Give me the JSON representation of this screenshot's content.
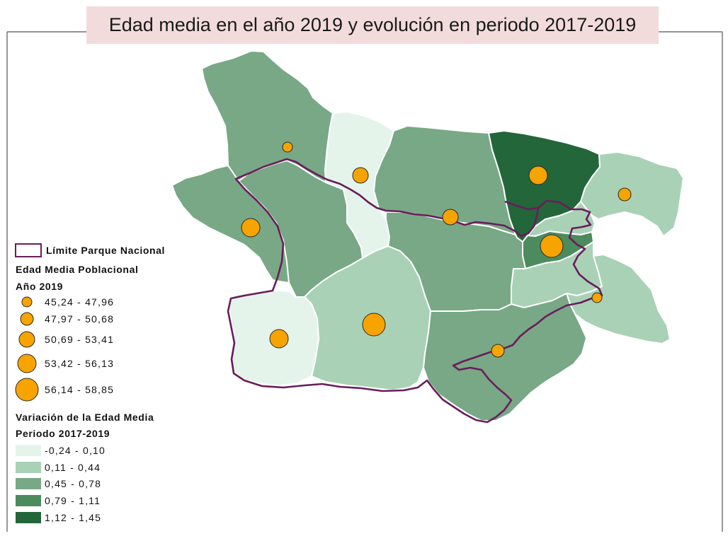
{
  "title": "Edad media en el año 2019 y evolución en periodo 2017-2019",
  "colors": {
    "title_background": "#f2dcdb",
    "park_boundary": "#6b1c5c",
    "symbol_fill": "#f7a300",
    "symbol_stroke": "#2a2a2a",
    "region_border": "#ffffff"
  },
  "legend": {
    "park_boundary_label": "Límite Parque Nacional",
    "age": {
      "title": "Edad Media Poblacional",
      "subtitle": "Año 2019",
      "classes": [
        "45,24 - 47,96",
        "47,97 - 50,68",
        "50,69 - 53,41",
        "53,42 - 56,13",
        "56,14 - 58,85"
      ]
    },
    "variation": {
      "title": "Variación de la Edad Media",
      "subtitle": "Periodo 2017-2019",
      "classes": [
        {
          "label": "-0,24 - 0,10",
          "color": "#e4f4eb"
        },
        {
          "label": "0,11 - 0,44",
          "color": "#a9d1b6"
        },
        {
          "label": "0,45 - 0,78",
          "color": "#78a885"
        },
        {
          "label": "0,79 - 1,11",
          "color": "#4c8b5e"
        },
        {
          "label": "1,12 - 1,45",
          "color": "#23663a"
        }
      ]
    }
  },
  "map": {
    "regions": [
      {
        "variation_class": 2
      },
      {
        "variation_class": 2
      },
      {
        "variation_class": 2
      },
      {
        "variation_class": 0
      },
      {
        "variation_class": 2
      },
      {
        "variation_class": 4
      },
      {
        "variation_class": 1
      },
      {
        "variation_class": 1
      },
      {
        "variation_class": 3
      },
      {
        "variation_class": 1
      },
      {
        "variation_class": 1
      },
      {
        "variation_class": 2
      },
      {
        "variation_class": 1
      },
      {
        "variation_class": 0
      },
      {
        "variation_class": 2
      }
    ],
    "age_symbols": [
      {
        "age_class": 0
      },
      {
        "age_class": 2
      },
      {
        "age_class": 3
      },
      {
        "age_class": 2
      },
      {
        "age_class": 3
      },
      {
        "age_class": 1
      },
      {
        "age_class": 4
      },
      {
        "age_class": 0
      },
      {
        "age_class": 3
      },
      {
        "age_class": 4
      },
      {
        "age_class": 1
      }
    ]
  }
}
